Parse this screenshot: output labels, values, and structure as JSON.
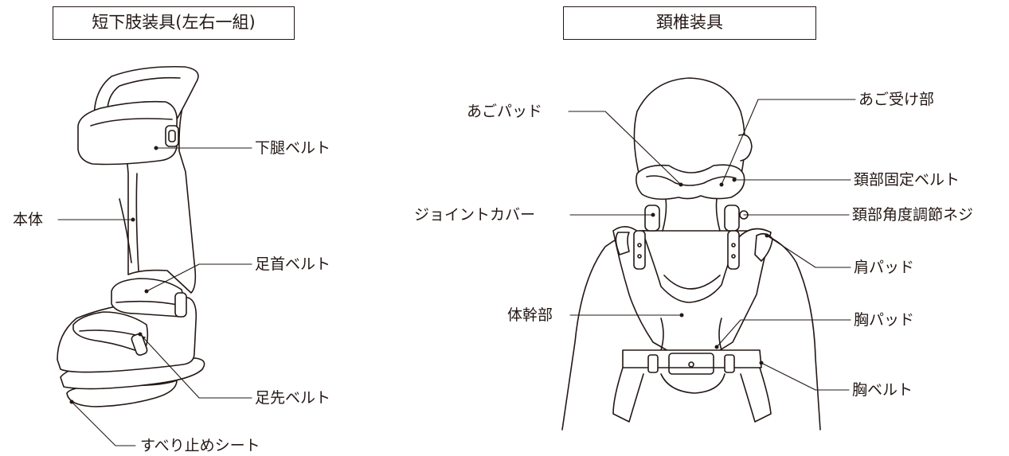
{
  "left_diagram": {
    "title": "短下肢装具(左右一組)",
    "labels": {
      "lower_leg_belt": "下腿ベルト",
      "body": "本体",
      "ankle_belt": "足首ベルト",
      "toe_belt": "足先ベルト",
      "anti_slip_sheet": "すべり止めシート"
    }
  },
  "right_diagram": {
    "title": "頚椎装具",
    "labels": {
      "chin_pad": "あごパッド",
      "chin_rest": "あご受け部",
      "neck_fixing_belt": "頚部固定ベルト",
      "joint_cover": "ジョイントカバー",
      "neck_angle_screw": "頚部角度調節ネジ",
      "shoulder_pad": "肩パッド",
      "trunk": "体幹部",
      "chest_pad": "胸パッド",
      "chest_belt": "胸ベルト"
    }
  }
}
